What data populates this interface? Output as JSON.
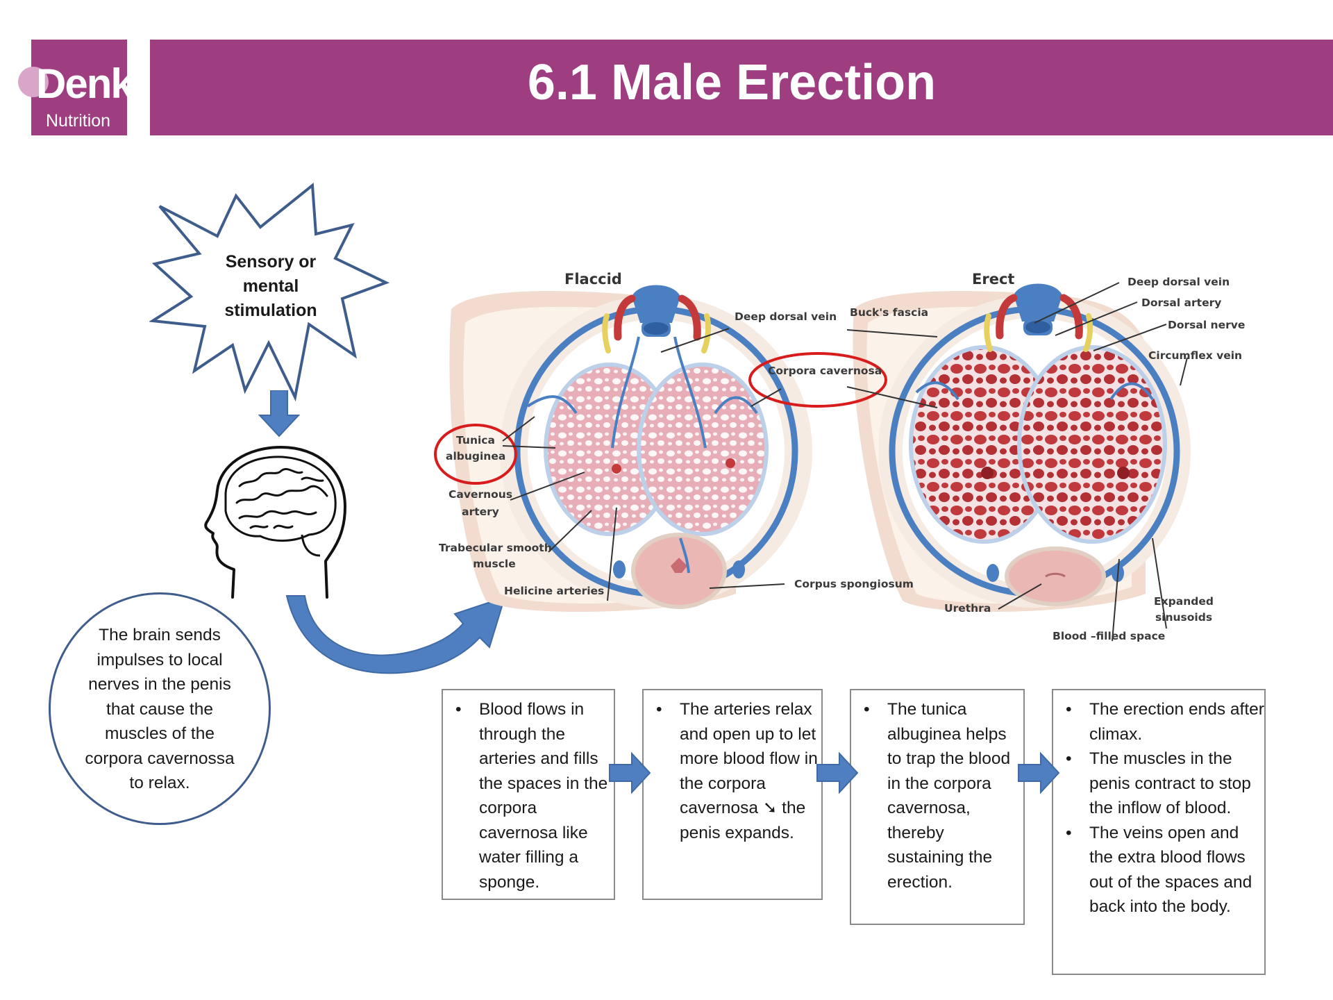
{
  "header": {
    "logo_word": "Denk",
    "logo_sub": "Nutrition",
    "title": "6.1 Male Erection"
  },
  "flow": {
    "stimulus": [
      "Sensory or",
      "mental",
      "stimulation"
    ],
    "brain_text": [
      "The brain sends",
      "impulses to local",
      "nerves in the penis",
      "that cause the",
      "muscles of the",
      "corpora cavernossa",
      "to relax."
    ]
  },
  "anatomy": {
    "flaccid_heading": "Flaccid",
    "erect_heading": "Erect",
    "labels": {
      "deep_dorsal_vein_left": "Deep dorsal vein",
      "bucks_fascia": "Buck's fascia",
      "corpora_cavernosa": "Corpora cavernosa",
      "tunica_albuginea": [
        "Tunica",
        "albuginea"
      ],
      "cavernous_artery": [
        "Cavernous",
        "artery"
      ],
      "trabecular_smooth_muscle": [
        "Trabecular smooth",
        "muscle"
      ],
      "helicine_arteries": "Helicine arteries",
      "corpus_spongiosum": "Corpus spongiosum",
      "deep_dorsal_vein_right": "Deep dorsal vein",
      "dorsal_artery": "Dorsal artery",
      "dorsal_nerve": "Dorsal nerve",
      "circumflex_vein": "Circumflex vein",
      "urethra": "Urethra",
      "expanded_sinusoids": [
        "Expanded",
        "sinusoids"
      ],
      "blood_filled_space": "Blood –filled space"
    },
    "colors": {
      "vein": "#4a7fc1",
      "artery": "#c43a3a",
      "nerve": "#e6d160",
      "flaccid_tissue": "#f2c9cf",
      "erect_tissue": "#c0393c",
      "highlight_ring": "#d81c1c"
    }
  },
  "steps": [
    {
      "bullets": [
        "Blood flows in through the arteries and fills the spaces in the corpora cavernosa like water filling a sponge."
      ]
    },
    {
      "bullets": [
        "The arteries relax and open up to let more blood flow in the corpora cavernosa ➘ the penis expands."
      ]
    },
    {
      "bullets": [
        "The tunica albuginea helps to trap the blood in the corpora cavernosa, thereby sustaining the erection."
      ]
    },
    {
      "bullets": [
        "The erection ends after climax.",
        "The muscles in the penis contract to stop the inflow of blood.",
        "The veins open and the extra blood flows out of the spaces and back into the body."
      ]
    }
  ],
  "theme": {
    "brand": "#9e3d80",
    "arrow": "#4f7fc0",
    "outline": "#3f5d8c"
  }
}
